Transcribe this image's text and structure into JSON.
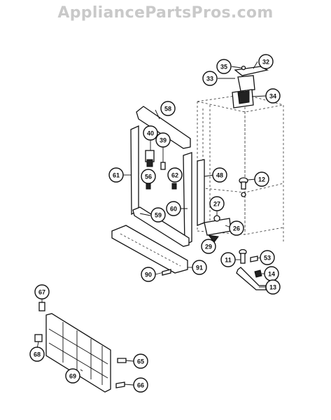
{
  "watermark": "AppliancePartsPros.com",
  "callouts": [
    {
      "id": "c35",
      "label": "35"
    },
    {
      "id": "c32",
      "label": "32"
    },
    {
      "id": "c33",
      "label": "33"
    },
    {
      "id": "c34",
      "label": "34"
    },
    {
      "id": "c58",
      "label": "58"
    },
    {
      "id": "c40",
      "label": "40"
    },
    {
      "id": "c39",
      "label": "39"
    },
    {
      "id": "c61",
      "label": "61"
    },
    {
      "id": "c56",
      "label": "56"
    },
    {
      "id": "c62",
      "label": "62"
    },
    {
      "id": "c48",
      "label": "48"
    },
    {
      "id": "c12",
      "label": "12"
    },
    {
      "id": "c27",
      "label": "27"
    },
    {
      "id": "c59",
      "label": "59"
    },
    {
      "id": "c60",
      "label": "60"
    },
    {
      "id": "c26",
      "label": "26"
    },
    {
      "id": "c29",
      "label": "29"
    },
    {
      "id": "c11",
      "label": "11"
    },
    {
      "id": "c53",
      "label": "53"
    },
    {
      "id": "c14",
      "label": "14"
    },
    {
      "id": "c13",
      "label": "13"
    },
    {
      "id": "c90",
      "label": "90"
    },
    {
      "id": "c91",
      "label": "91"
    },
    {
      "id": "c67",
      "label": "67"
    },
    {
      "id": "c68",
      "label": "68"
    },
    {
      "id": "c65",
      "label": "65"
    },
    {
      "id": "c69",
      "label": "69"
    },
    {
      "id": "c66",
      "label": "66"
    }
  ]
}
